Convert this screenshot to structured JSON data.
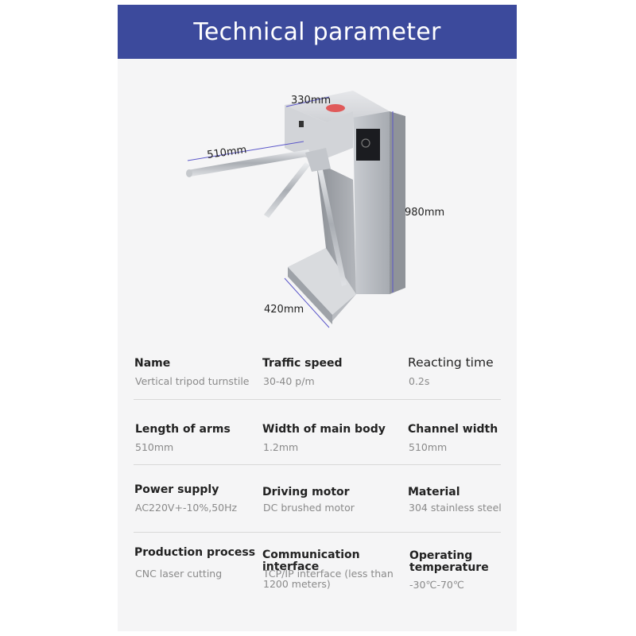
{
  "header": {
    "title": "Technical parameter"
  },
  "dimensions": {
    "top_width": "330mm",
    "arm_length": "510mm",
    "height": "980mm",
    "base_depth": "420mm"
  },
  "specs": [
    [
      {
        "label": "Name",
        "value": "Vertical tripod turnstile"
      },
      {
        "label": "Traffic speed",
        "value": "30-40 p/m"
      },
      {
        "label": "Reacting time",
        "value": "0.2s"
      }
    ],
    [
      {
        "label": "Length of arms",
        "value": "510mm"
      },
      {
        "label": "Width of main body",
        "value": "1.2mm"
      },
      {
        "label": "Channel width",
        "value": "510mm"
      }
    ],
    [
      {
        "label": "Power supply",
        "value": "AC220V+-10%,50Hz"
      },
      {
        "label": "Driving motor",
        "value": "DC brushed motor"
      },
      {
        "label": "Material",
        "value": "304 stainless steel"
      }
    ],
    [
      {
        "label": "Production process",
        "value": "CNC laser cutting"
      },
      {
        "label": "Communication interface",
        "value": "TCP/IP interface (less than 1200 meters)"
      },
      {
        "label": "Operating temperature",
        "value": "-30℃-70℃"
      }
    ]
  ],
  "colors": {
    "banner": "#3c4a9c",
    "dimension_line": "#5b57c9",
    "steel": "#b9bcc1"
  }
}
